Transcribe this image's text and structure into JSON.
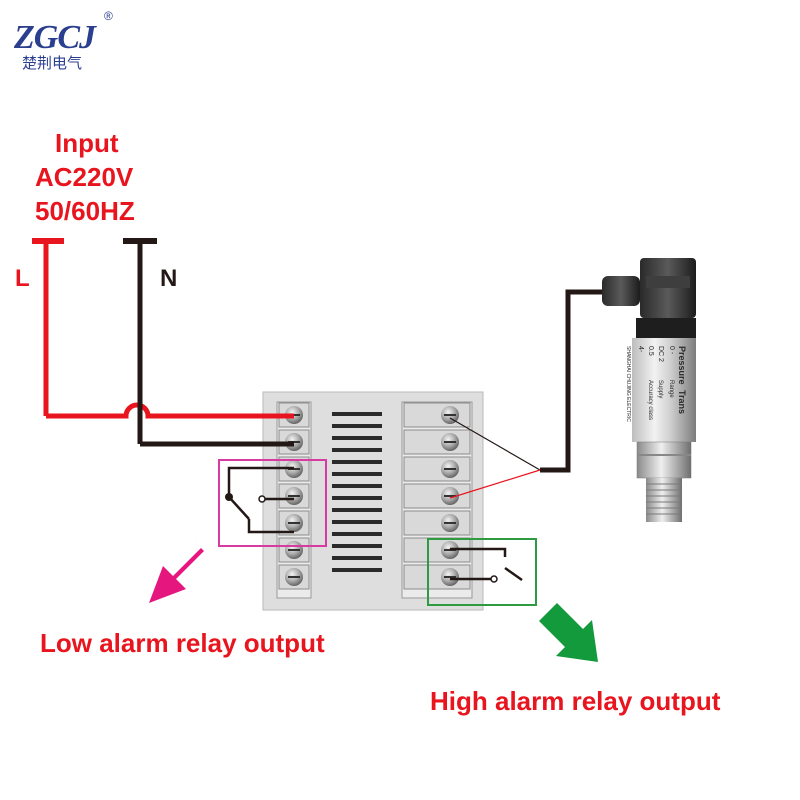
{
  "logo": {
    "brand": "ZGCJ",
    "registered": "®",
    "subtitle": "楚荆电气"
  },
  "power_input": {
    "heading_line1": "Input",
    "heading_line2": "AC220V",
    "heading_line3": "50/60HZ",
    "live_label": "L",
    "neutral_label": "N"
  },
  "transmitter_label": {
    "line1": "Pressure",
    "line2": "Trans",
    "range_label": "Range",
    "range_value": "0 -",
    "supply_label": "Supply",
    "supply_value": "DC 2",
    "accuracy_label": "Accuracy class",
    "accuracy_value": "0.5",
    "output_value": "4-",
    "manufacturer": "SHANGHAI CHUJING ELECTRIC"
  },
  "annotations": {
    "low_alarm": "Low alarm relay output",
    "high_alarm": "High alarm relay output"
  },
  "colors": {
    "live_wire": "#e8141e",
    "neutral_wire": "#231815",
    "low_alarm_text": "#e8141e",
    "low_alarm_box": "#d63ba2",
    "low_alarm_arrow": "#e6167f",
    "high_alarm_text": "#e8141e",
    "high_alarm_box": "#2e9a42",
    "high_alarm_arrow": "#129a3c",
    "heading_text": "#e8141e",
    "controller_body": "#dcdcdc"
  }
}
